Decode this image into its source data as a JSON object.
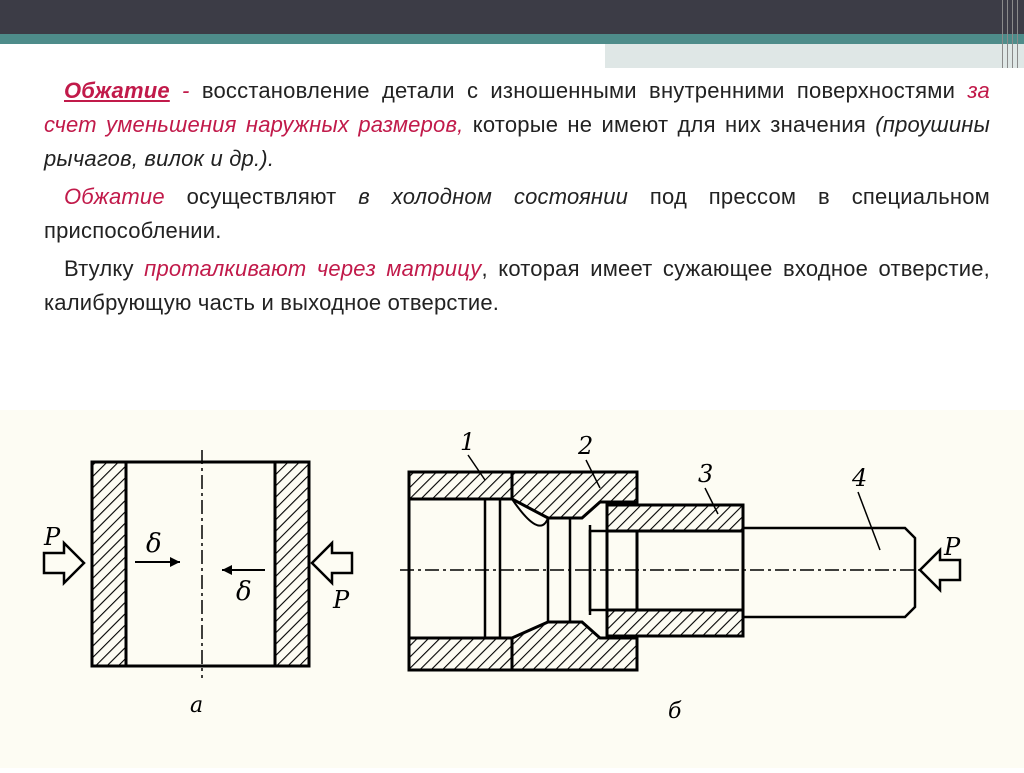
{
  "paragraphs": {
    "p1": {
      "term": "Обжатие",
      "dash": " - ",
      "rest1": "восстановление детали с изношенными внутренними поверхностями ",
      "red1": "за счет уменьшения наружных размеров,",
      "rest2": " которые не имеют для них значения ",
      "italic1": "(проушины рычагов, вилок и др.)."
    },
    "p2": {
      "term": "Обжатие",
      "rest1": " осуществляют ",
      "italic1": "в холодном состоянии",
      "rest2": " под прессом в специальном приспособлении."
    },
    "p3": {
      "rest1": "Втулку ",
      "red1": "проталкивают через матрицу",
      "rest2": ", которая имеет сужающее входное отверстие, калибрующую часть и выходное отверстие."
    }
  },
  "figure": {
    "label_a": "а",
    "label_b": "б",
    "force": "P",
    "delta": "δ",
    "parts": [
      "1",
      "2",
      "3",
      "4"
    ]
  }
}
